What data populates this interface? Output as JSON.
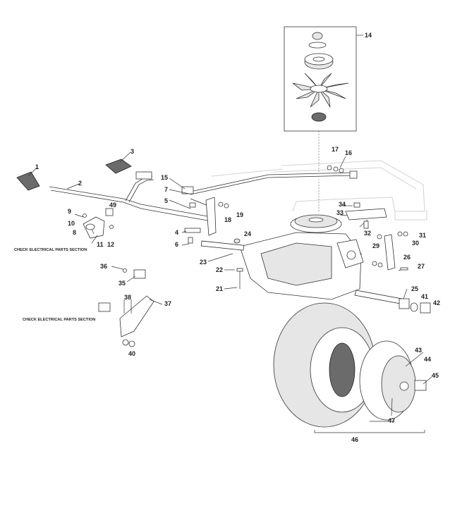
{
  "diagram": {
    "notes": [
      "CHECK ELECTRICAL PARTS SECTION",
      "CHECK ELECTRICAL PARTS SECTION"
    ],
    "callouts": [
      "1",
      "2",
      "3",
      "4",
      "5",
      "6",
      "7",
      "8",
      "9",
      "10",
      "11",
      "12",
      "14",
      "15",
      "16",
      "17",
      "18",
      "19",
      "21",
      "22",
      "23",
      "24",
      "25",
      "26",
      "27",
      "29",
      "30",
      "31",
      "32",
      "33",
      "34",
      "35",
      "36",
      "37",
      "38",
      "40",
      "41",
      "42",
      "43",
      "44",
      "45",
      "46",
      "47",
      "49"
    ]
  },
  "colors": {
    "line": "#333333",
    "dark_part": "#6b6b6b",
    "ghost_frame": "#d2d2d2"
  }
}
